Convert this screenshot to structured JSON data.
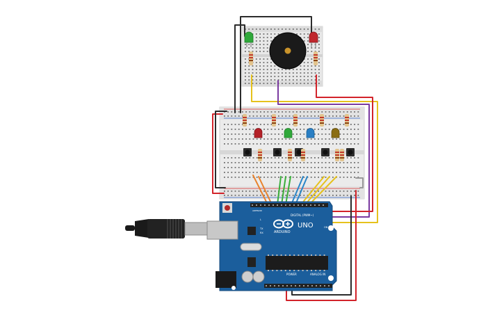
{
  "board": {
    "logo": "ARDUINO",
    "model": "UNO",
    "digital_label": "DIGITAL (PWM~)",
    "power_label": "POWER",
    "analog_label": "ANALOG IN",
    "on_label": "ON",
    "l_label": "L",
    "tx_label": "TX",
    "rx_label": "RX",
    "aref_label": "AREF",
    "gnd_label": "GND"
  },
  "breadboard_small": {
    "components": [
      "led-green",
      "piezo-buzzer",
      "led-red",
      "resistor",
      "resistor"
    ]
  },
  "breadboard_large": {
    "led_colors": [
      "red",
      "green",
      "blue",
      "yellow"
    ],
    "button_count": 5,
    "resistor_count": 10
  },
  "colors": {
    "wire_red": "#d2232a",
    "wire_black": "#2b2b2b",
    "wire_yellow": "#e6c21c",
    "wire_purple": "#7a3aa0",
    "wire_orange": "#e9822c",
    "wire_green": "#3aae3a",
    "wire_blue": "#2a86c8",
    "board": "#1b5e9c",
    "breadboard": "#e9e9e9"
  }
}
